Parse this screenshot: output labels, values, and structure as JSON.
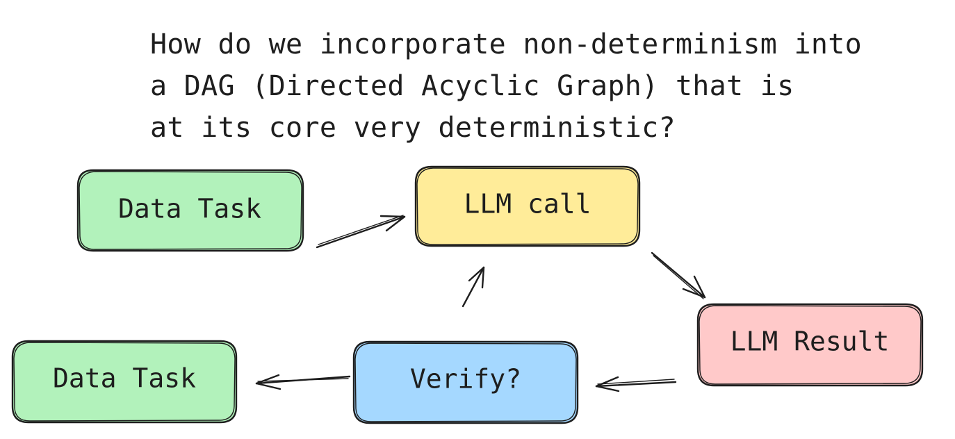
{
  "question": {
    "lines": [
      "How do we incorporate non-determinism into",
      "a DAG (Directed Acyclic Graph) that is",
      "at its core very deterministic?"
    ]
  },
  "nodes": {
    "data_task_top": {
      "label": "Data Task",
      "color": "#b2f2bb"
    },
    "llm_call": {
      "label": "LLM call",
      "color": "#ffec99"
    },
    "llm_result": {
      "label": "LLM Result",
      "color": "#ffc9c9"
    },
    "verify": {
      "label": "Verify?",
      "color": "#a5d8ff"
    },
    "data_task_bottom": {
      "label": "Data Task",
      "color": "#b2f2bb"
    }
  },
  "stroke_color": "#1e1e1e"
}
